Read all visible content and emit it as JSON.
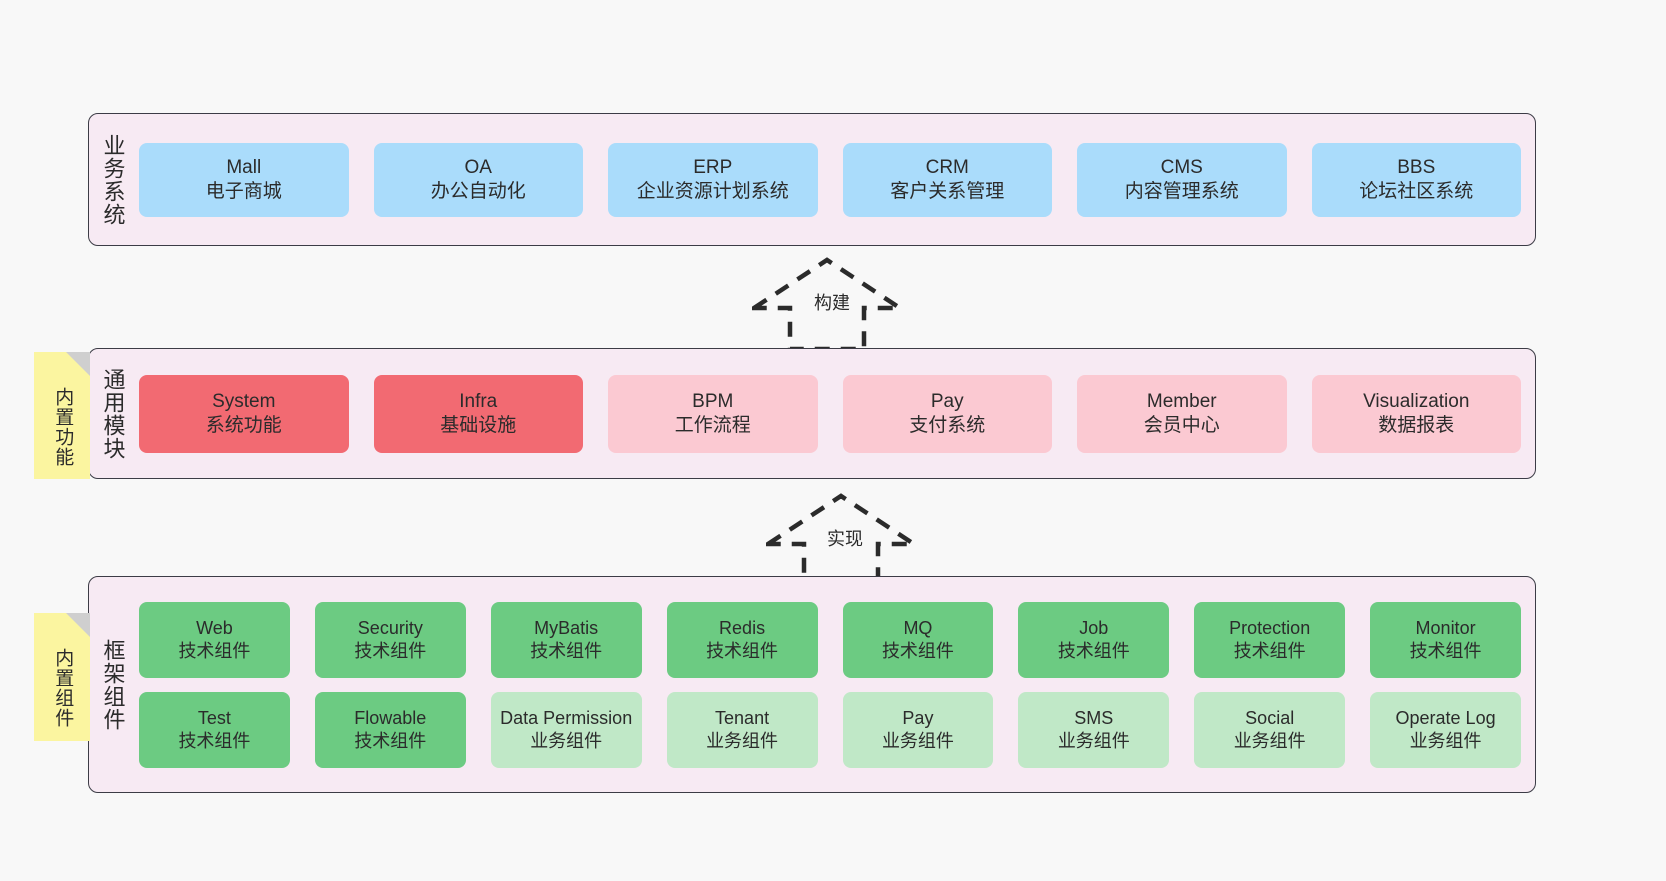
{
  "diagram": {
    "background_color": "#f8f8f8",
    "panel_color": "#f7eaf3",
    "palette": {
      "business": "#aadcfb",
      "module_active": "#f26a72",
      "module_planned": "#fbc9d2",
      "component_tech": "#6ccb82",
      "component_business": "#c0e8c7",
      "note": "#fbf5a0",
      "border": "#3c3c46"
    }
  },
  "layers": {
    "business": {
      "title": "业务系统",
      "items": [
        {
          "name": "Mall",
          "desc": "电子商城"
        },
        {
          "name": "OA",
          "desc": "办公自动化"
        },
        {
          "name": "ERP",
          "desc": "企业资源计划系统"
        },
        {
          "name": "CRM",
          "desc": "客户关系管理"
        },
        {
          "name": "CMS",
          "desc": "内容管理系统"
        },
        {
          "name": "BBS",
          "desc": "论坛社区系统"
        }
      ]
    },
    "modules": {
      "title": "通用模块",
      "items": [
        {
          "name": "System",
          "desc": "系统功能"
        },
        {
          "name": "Infra",
          "desc": "基础设施"
        },
        {
          "name": "BPM",
          "desc": "工作流程"
        },
        {
          "name": "Pay",
          "desc": "支付系统"
        },
        {
          "name": "Member",
          "desc": "会员中心"
        },
        {
          "name": "Visualization",
          "desc": "数据报表"
        }
      ]
    },
    "framework": {
      "title": "框架组件",
      "row1": [
        {
          "name": "Web",
          "desc": "技术组件"
        },
        {
          "name": "Security",
          "desc": "技术组件"
        },
        {
          "name": "MyBatis",
          "desc": "技术组件"
        },
        {
          "name": "Redis",
          "desc": "技术组件"
        },
        {
          "name": "MQ",
          "desc": "技术组件"
        },
        {
          "name": "Job",
          "desc": "技术组件"
        },
        {
          "name": "Protection",
          "desc": "技术组件"
        },
        {
          "name": "Monitor",
          "desc": "技术组件"
        }
      ],
      "row2": [
        {
          "name": "Test",
          "desc": "技术组件"
        },
        {
          "name": "Flowable",
          "desc": "技术组件"
        },
        {
          "name": "Data Permission",
          "desc": "业务组件"
        },
        {
          "name": "Tenant",
          "desc": "业务组件"
        },
        {
          "name": "Pay",
          "desc": "业务组件"
        },
        {
          "name": "SMS",
          "desc": "业务组件"
        },
        {
          "name": "Social",
          "desc": "业务组件"
        },
        {
          "name": "Operate Log",
          "desc": "业务组件"
        }
      ]
    }
  },
  "notes": [
    {
      "label": "内置功能"
    },
    {
      "label": "内置组件"
    }
  ],
  "arrows": [
    {
      "label": "构建",
      "direction": "up"
    },
    {
      "label": "实现",
      "direction": "up"
    }
  ]
}
